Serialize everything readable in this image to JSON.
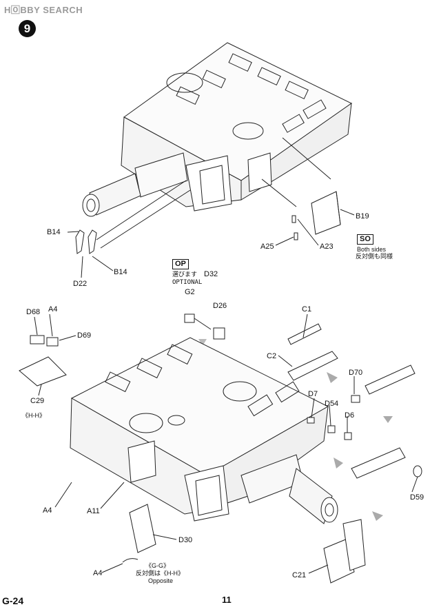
{
  "watermark": "H🄾BBY SEARCH",
  "step_number": "9",
  "upper_assembly": {
    "labels": {
      "b14_top": "B14",
      "b14_bottom": "B14",
      "d22": "D22",
      "a25": "A25",
      "a23": "A23",
      "b19": "B19"
    },
    "so_badge": "SO",
    "so_en": "Both sides",
    "so_jp": "反対側も同様"
  },
  "optional": {
    "badge": "OP",
    "jp": "選びます",
    "en": "OPTIONAL",
    "d32": "D32",
    "g2": "G2",
    "d26": "D26"
  },
  "lower_assembly": {
    "labels": {
      "d68": "D68",
      "a4_top": "A4",
      "d69": "D69",
      "c29": "C29",
      "hh_note": "《H-H》",
      "c1": "C1",
      "c2": "C2",
      "d70": "D70",
      "d7": "D7",
      "d54": "D54",
      "d6": "D6",
      "d59": "D59",
      "a4_left": "A4",
      "a11": "A11",
      "d30": "D30",
      "a4_bottom": "A4",
      "c21": "C21",
      "gg_note": "《G-G》",
      "gg_jp": "反対側は《H-H》",
      "gg_en": "Opposite"
    }
  },
  "footer": {
    "code": "G-24",
    "page": "11"
  }
}
